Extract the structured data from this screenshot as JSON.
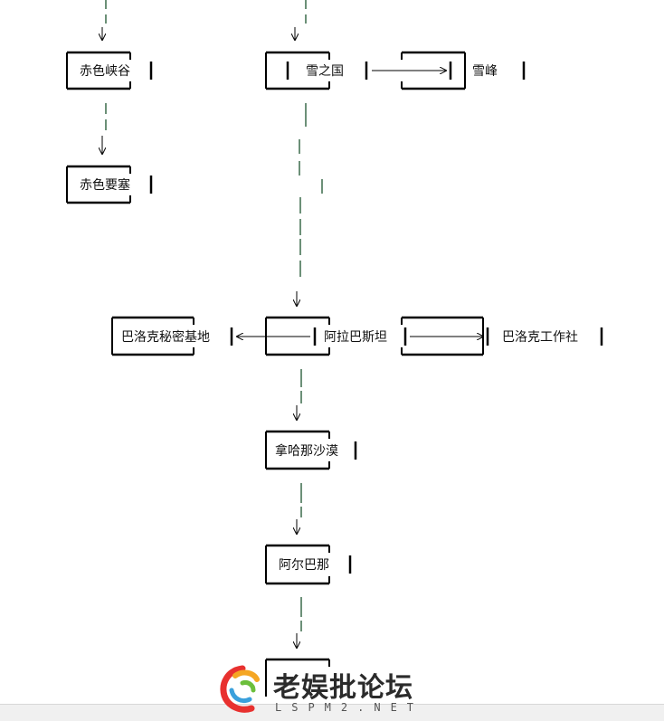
{
  "nodes": {
    "chise_xiagu": "赤色峡谷",
    "chise_yaosai": "赤色要塞",
    "xue_zhi_guo": "雪之国",
    "xue_feng": "雪峰",
    "baluoke_mimi_jidi": "巴洛克秘密基地",
    "alabasitan": "阿拉巴斯坦",
    "baluoke_gongzuoshe": "巴洛克工作社",
    "nahana_shamo": "拿哈那沙漠",
    "aerbana": "阿尔巴那"
  },
  "watermark": {
    "title": "老娱批论坛",
    "subtitle": "LSPM2.NET",
    "colors": [
      "#e8312f",
      "#f5a623",
      "#3aa0dc",
      "#6cbf3c"
    ]
  },
  "colors": {
    "box_border": "#000000",
    "dash_line": "#3a6b4a",
    "arrow": "#000000",
    "bottom_strip": "#f0f0f0"
  }
}
